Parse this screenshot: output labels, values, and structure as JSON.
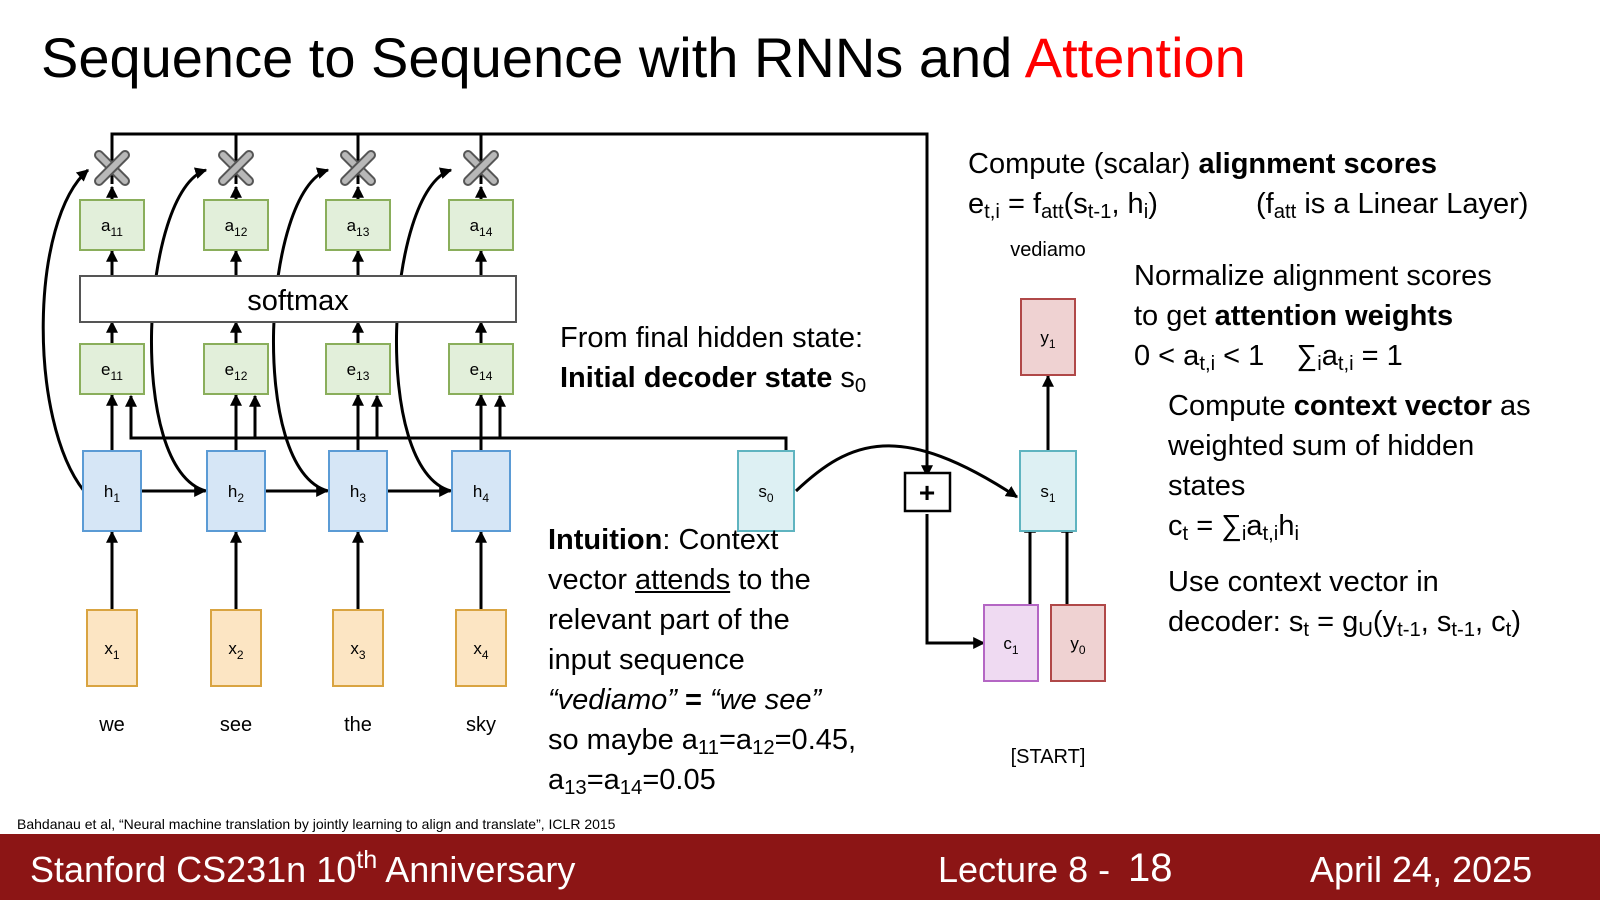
{
  "title": {
    "main": "Sequence to Sequence with RNNs and ",
    "accent": "Attention",
    "accent_color": "#ff0000"
  },
  "diagram": {
    "encoder_words": [
      "we",
      "see",
      "the",
      "sky"
    ],
    "softmax_label": "softmax",
    "plus_label": "+",
    "decoder_output_word": "vediamo",
    "start_token": "[START]",
    "node_colors": {
      "x": "#fce5c3",
      "h": "#d6e6f6",
      "e": "#e2efda",
      "a": "#e2efda",
      "s": "#ddf0f3",
      "c": "#efdaf2",
      "y": "#efd2d2"
    }
  },
  "annotations": {
    "final_hidden_l1": "From final hidden state:",
    "final_hidden_l2_bold": "Initial decoder state",
    "final_hidden_l2_rest": " s",
    "final_hidden_sub": "0",
    "align_l1_pre": "Compute (scalar) ",
    "align_l1_bold": "alignment scores",
    "align_note": "is a Linear Layer)",
    "norm_l1": "Normalize alignment scores",
    "norm_l2_pre": "to get ",
    "norm_l2_bold": "attention weights",
    "ctx_l1_pre": "Compute ",
    "ctx_l1_bold": "context vector",
    "ctx_l1_post": " as",
    "ctx_l2": "weighted sum of hidden",
    "ctx_l3": "states",
    "use_l1": "Use context vector in",
    "use_l2_pre": "decoder: s",
    "intuition_bold": "Intuition",
    "intuition_l1_rest": ": Context",
    "intuition_l2_pre": "vector ",
    "intuition_l2_ul": "attends",
    "intuition_l2_post": " to the",
    "intuition_l3": "relevant part of the",
    "intuition_l4": "input sequence",
    "intuition_l5_a": "“vediamo”",
    "intuition_l5_b": " = ",
    "intuition_l5_c": "“we see”",
    "intuition_l6_pre": "so maybe a",
    "intuition_l6_val": "=0.45,",
    "intuition_l7_val": "=0.05"
  },
  "citation": "Bahdanau et al, “Neural machine translation by jointly learning to align and translate”, ICLR 2015",
  "footer": {
    "left_pre": "Stanford CS231n 10",
    "left_sup": "th",
    "left_post": " Anniversary",
    "lecture": "Lecture 8 -",
    "page": "18",
    "date": "April 24, 2025",
    "background": "#8c1515"
  }
}
